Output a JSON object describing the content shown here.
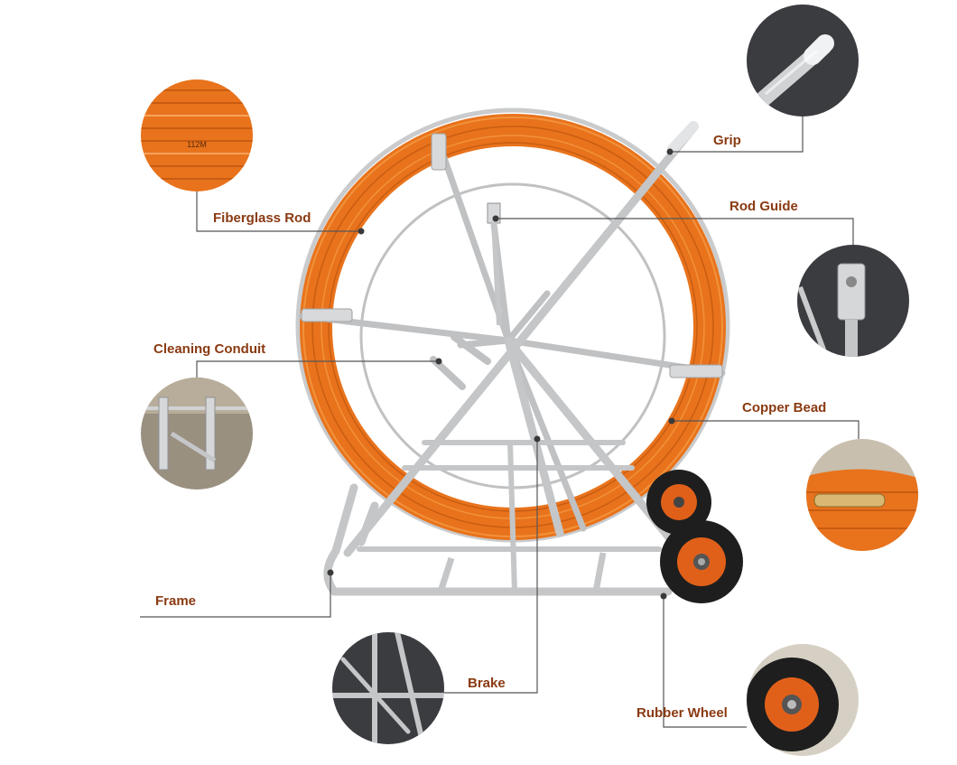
{
  "labels": {
    "grip": "Grip",
    "rod_guide": "Rod Guide",
    "fiberglass_rod": "Fiberglass Rod",
    "cleaning_conduit": "Cleaning Conduit",
    "copper_bead": "Copper Bead",
    "frame": "Frame",
    "brake": "Brake",
    "rubber_wheel": "Rubber Wheel"
  },
  "coil_marking": "112M",
  "colors": {
    "label_text": "#8a3a12",
    "leader_line": "#555555",
    "rod_orange": "#e8731c",
    "steel": "#c9cbcd",
    "detail_bg": "#3b3c40",
    "tire": "#1e1e1e",
    "hub": "#e0601a"
  }
}
